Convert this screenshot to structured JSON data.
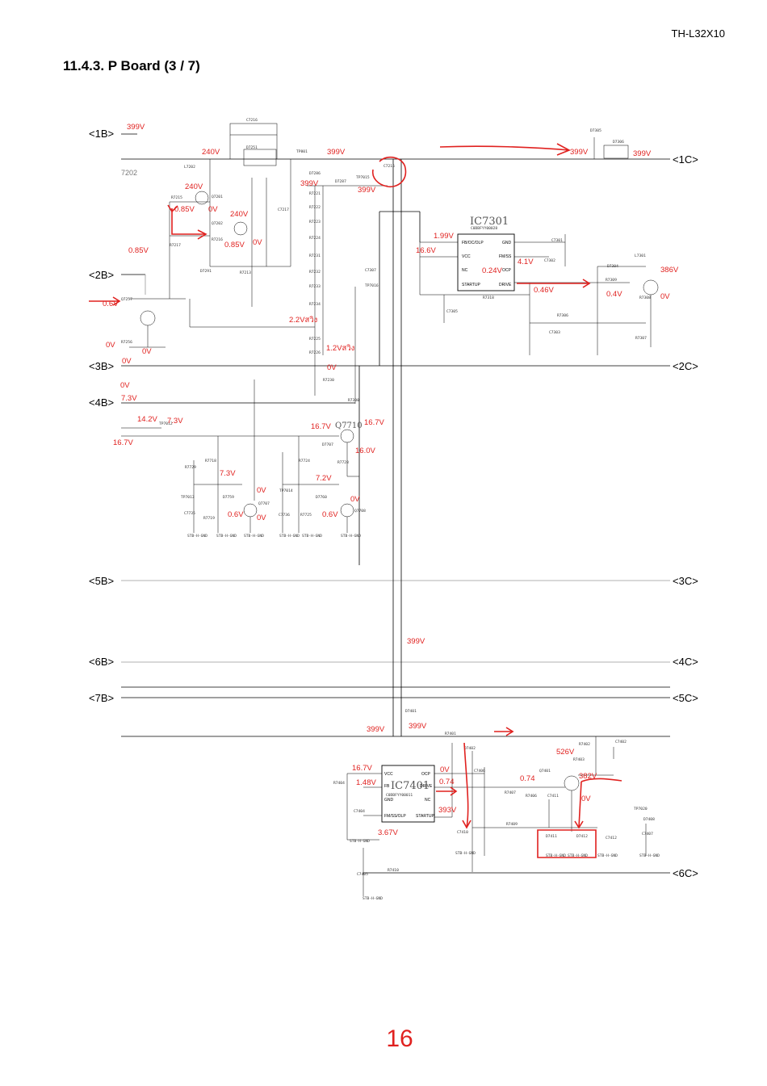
{
  "header": {
    "model": "TH-L32X10",
    "section_title": "11.4.3.    P Board (3 / 7)"
  },
  "footer": {
    "page_number": "16"
  },
  "connectors_left": [
    "<1B>",
    "<2B>",
    "<3B>",
    "<4B>",
    "<5B>",
    "<6B>",
    "<7B>"
  ],
  "connectors_right": [
    "<1C>",
    "<2C>",
    "<3C>",
    "<4C>",
    "<5C>",
    "<6C>"
  ],
  "ics": [
    "IC7301",
    "IC7401"
  ],
  "voltages": [
    "399V",
    "240V",
    "399V",
    "399V",
    "399V",
    "399V",
    "399V",
    "240V",
    "0.85V",
    "0V",
    "240V",
    "0.85V",
    "0V",
    "0.85V",
    "0.6V",
    "2.2Vสวิง",
    "1.2Vสวิง",
    "0V",
    "0V",
    "0V",
    "0V",
    "0V",
    "7.3V",
    "14.2V",
    "7.3V",
    "16.7V",
    "16.7V",
    "16.7V",
    "16.0V",
    "7.3V",
    "7.2V",
    "0V",
    "0V",
    "0.6V",
    "0V",
    "0.6V",
    "1.99V",
    "16.6V",
    "4.1V",
    "0.24V",
    "0.46V",
    "0.4V",
    "386V",
    "0V",
    "399V",
    "399V",
    "399V",
    "526V",
    "16.7V",
    "0V",
    "1.48V",
    "0.74",
    "0.74",
    "382V",
    "0V",
    "393V",
    "3.67V"
  ],
  "part_labels": [
    "C7216",
    "D7251",
    "TP801",
    "D7286",
    "D7287",
    "TP7015",
    "C7215",
    "L7202",
    "Q7201",
    "Q7202",
    "R7215",
    "R7216",
    "R7217",
    "D7291",
    "R7213",
    "C7217",
    "R7221",
    "R7222",
    "R7223",
    "R7224",
    "R7231",
    "R7232",
    "R7233",
    "R7234",
    "R7225",
    "R7226",
    "R7230",
    "Q7257",
    "R7256",
    "D7306",
    "D7305",
    "C7301",
    "C7302",
    "C7303",
    "R7306",
    "R7318",
    "L7301",
    "Q7301",
    "D7304",
    "R7309",
    "R7308",
    "R7307",
    "C7305",
    "C7307",
    "TP7016",
    "R7300",
    "Q7710",
    "D7707",
    "R7728",
    "R7724",
    "R7718",
    "R7729",
    "R7719",
    "C7735",
    "D7759",
    "D7760",
    "Q7707",
    "Q7708",
    "TP7013",
    "TP7014",
    "C7736",
    "R7725",
    "TP7012",
    "D7401",
    "D7402",
    "R7401",
    "R7402",
    "C7402",
    "Q7401",
    "R7403",
    "R7404",
    "C7404",
    "C7406",
    "C7411",
    "R7407",
    "R7406",
    "C7413",
    "R7409",
    "C7410",
    "C7405",
    "R7410",
    "D7408",
    "TP7020",
    "C7407",
    "D7411",
    "D7412",
    "C7412",
    "STB-H-GND"
  ]
}
